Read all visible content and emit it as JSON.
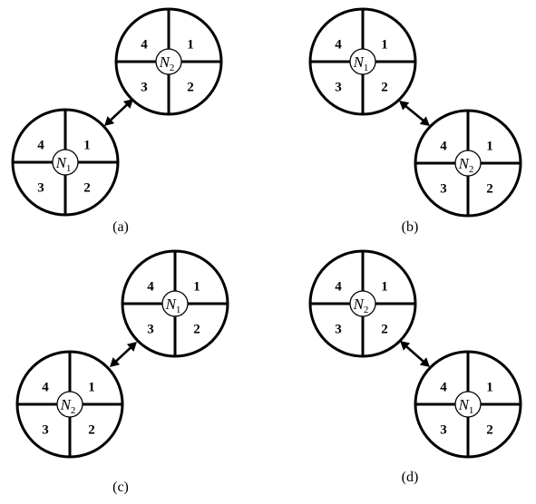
{
  "panels": [
    {
      "id": "a",
      "caption": "(a)",
      "upper_node": {
        "letter": "N",
        "subscript": "2",
        "quadrants": [
          "1",
          "2",
          "3",
          "4"
        ]
      },
      "lower_node": {
        "letter": "N",
        "subscript": "1",
        "quadrants": [
          "1",
          "2",
          "3",
          "4"
        ]
      }
    },
    {
      "id": "b",
      "caption": "(b)",
      "upper_node": {
        "letter": "N",
        "subscript": "1",
        "quadrants": [
          "1",
          "2",
          "3",
          "4"
        ]
      },
      "lower_node": {
        "letter": "N",
        "subscript": "2",
        "quadrants": [
          "1",
          "2",
          "3",
          "4"
        ]
      }
    },
    {
      "id": "c",
      "caption": "(c)",
      "upper_node": {
        "letter": "N",
        "subscript": "1",
        "quadrants": [
          "1",
          "2",
          "3",
          "4"
        ]
      },
      "lower_node": {
        "letter": "N",
        "subscript": "2",
        "quadrants": [
          "1",
          "2",
          "3",
          "4"
        ]
      }
    },
    {
      "id": "d",
      "caption": "(d)",
      "upper_node": {
        "letter": "N",
        "subscript": "2",
        "quadrants": [
          "1",
          "2",
          "3",
          "4"
        ]
      },
      "lower_node": {
        "letter": "N",
        "subscript": "1",
        "quadrants": [
          "1",
          "2",
          "3",
          "4"
        ]
      }
    }
  ],
  "colors": {
    "stroke": "#000000",
    "background": "#ffffff"
  }
}
